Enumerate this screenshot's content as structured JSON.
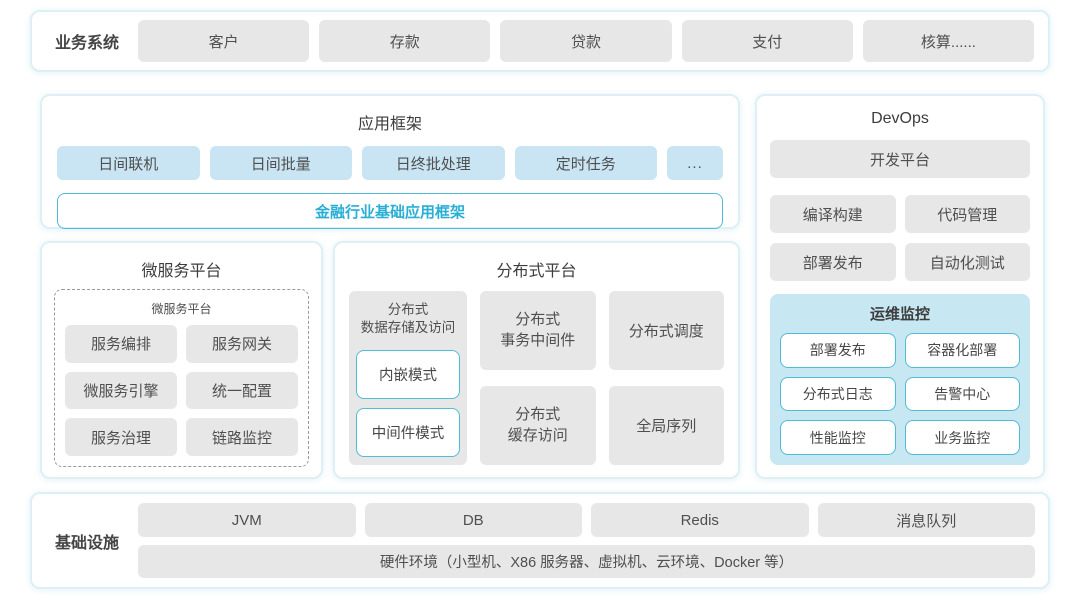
{
  "colors": {
    "panel_border": "#ddf0f6",
    "gray_chip": "#e7e7e7",
    "blue_chip": "#c9e5f4",
    "cyan_border": "#4fbcd9",
    "monitor_bg": "#c7e8f3",
    "accent_text": "#29aed6",
    "title_text": "#3d3d3d",
    "chip_text": "#4f4f4f"
  },
  "business_systems": {
    "label": "业务系统",
    "items": [
      "客户",
      "存款",
      "贷款",
      "支付",
      "核算......"
    ]
  },
  "app_framework": {
    "title": "应用框架",
    "modules": [
      "日间联机",
      "日间批量",
      "日终批处理",
      "定时任务",
      "..."
    ],
    "base_framework": "金融行业基础应用框架"
  },
  "devops": {
    "title": "DevOps",
    "dev_platform": "开发平台",
    "tools": [
      "编译构建",
      "代码管理",
      "部署发布",
      "自动化测试"
    ],
    "monitor": {
      "title": "运维监控",
      "items": [
        "部署发布",
        "容器化部署",
        "分布式日志",
        "告警中心",
        "性能监控",
        "业务监控"
      ]
    }
  },
  "microservice": {
    "title": "微服务平台",
    "inner_title": "微服务平台",
    "items": [
      "服务编排",
      "服务网关",
      "微服务引擎",
      "统一配置",
      "服务治理",
      "链路监控"
    ]
  },
  "distributed": {
    "title": "分布式平台",
    "storage": {
      "title": "分布式\n数据存储及访问",
      "modes": [
        "内嵌模式",
        "中间件模式"
      ]
    },
    "cells": [
      "分布式\n事务中间件",
      "分布式调度",
      "分布式\n缓存访问",
      "全局序列"
    ]
  },
  "infrastructure": {
    "label": "基础设施",
    "items": [
      "JVM",
      "DB",
      "Redis",
      "消息队列"
    ],
    "hardware": "硬件环境（小型机、X86 服务器、虚拟机、云环境、Docker 等）"
  }
}
